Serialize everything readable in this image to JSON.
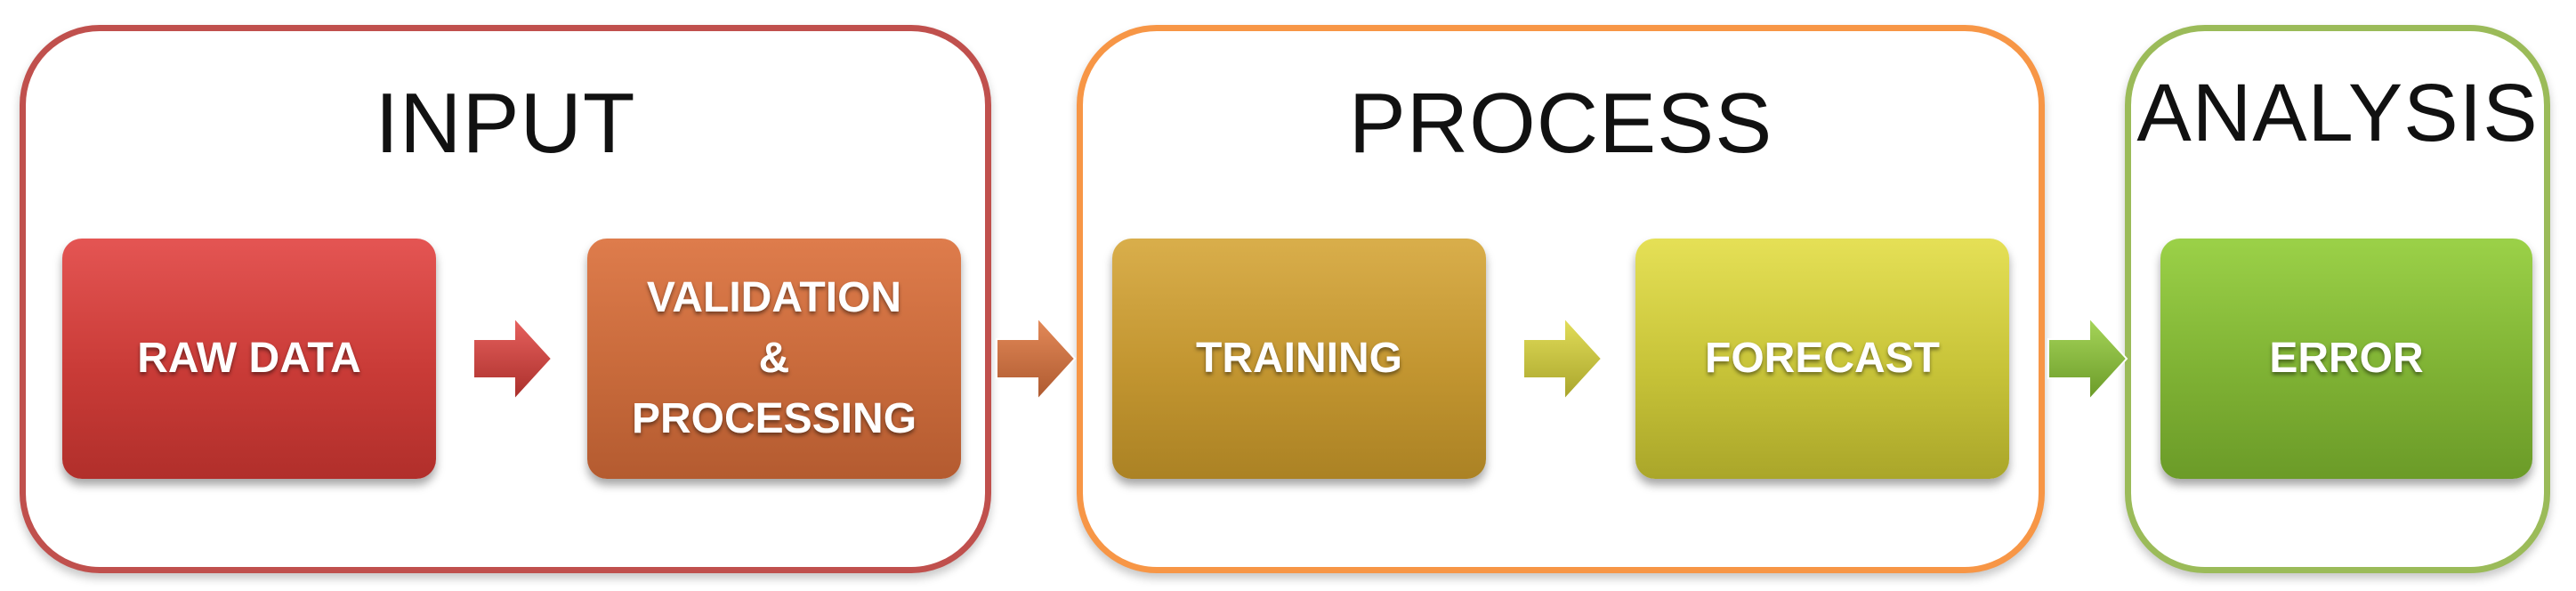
{
  "groups": {
    "input": {
      "title": "INPUT",
      "border_color": "#c0504d"
    },
    "process": {
      "title": "PROCESS",
      "border_color": "#f79646"
    },
    "analysis": {
      "title": "ANALYSIS",
      "border_color": "#9bbb59"
    }
  },
  "steps": [
    {
      "label": "RAW DATA",
      "color": "#c0504d"
    },
    {
      "label": "VALIDATION\n&\nPROCESSING",
      "color": "#c86a3b"
    },
    {
      "label": "TRAINING",
      "color": "#c29530"
    },
    {
      "label": "FORECAST",
      "color": "#c7c338"
    },
    {
      "label": "ERROR",
      "color": "#7fb234"
    }
  ],
  "arrows": [
    {
      "color": "#c0504d"
    },
    {
      "color": "#c86a3b"
    },
    {
      "color": "#c7c338"
    },
    {
      "color": "#7fb234"
    }
  ]
}
